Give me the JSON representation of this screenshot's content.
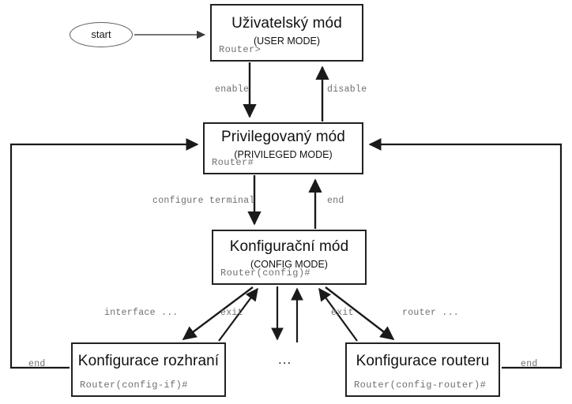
{
  "diagram": {
    "title": "Router CLI modes state diagram",
    "type": "state-diagram",
    "colors": {
      "background": "#ffffff",
      "node_border": "#222222",
      "edge": "#1a1a1a",
      "prompt_text": "#6f6f6f",
      "label_text": "#6f6f6f",
      "start_border": "#5b5b5b"
    }
  },
  "nodes": {
    "start": {
      "label": "start",
      "shape": "ellipse"
    },
    "user_mode": {
      "title": "Uživatelský mód",
      "subtitle": "(USER MODE)",
      "prompt": "Router>"
    },
    "privileged_mode": {
      "title": "Privilegovaný mód",
      "subtitle": "(PRIVILEGED MODE)",
      "prompt": "Router#"
    },
    "config_mode": {
      "title": "Konfigurační mód",
      "subtitle": "(CONFIG MODE)",
      "prompt": "Router(config)#"
    },
    "interface_config": {
      "title": "Konfigurace rozhraní",
      "subtitle": "",
      "prompt": "Router(config-if)#"
    },
    "router_config": {
      "title": "Konfigurace routeru",
      "subtitle": "",
      "prompt": "Router(config-router)#"
    },
    "other_modes": {
      "label": "..."
    }
  },
  "edges": [
    {
      "id": "start-to-user",
      "from": "start",
      "to": "user_mode",
      "label": ""
    },
    {
      "id": "user-to-priv",
      "from": "user_mode",
      "to": "privileged_mode",
      "label": "enable"
    },
    {
      "id": "priv-to-user",
      "from": "privileged_mode",
      "to": "user_mode",
      "label": "disable"
    },
    {
      "id": "priv-to-config",
      "from": "privileged_mode",
      "to": "config_mode",
      "label": "configure terminal"
    },
    {
      "id": "config-to-priv",
      "from": "config_mode",
      "to": "privileged_mode",
      "label": "end"
    },
    {
      "id": "config-to-interface",
      "from": "config_mode",
      "to": "interface_config",
      "label": "interface ..."
    },
    {
      "id": "interface-to-config",
      "from": "interface_config",
      "to": "config_mode",
      "label": "exit"
    },
    {
      "id": "config-to-router",
      "from": "config_mode",
      "to": "router_config",
      "label": "router ..."
    },
    {
      "id": "router-to-config",
      "from": "router_config",
      "to": "config_mode",
      "label": "exit"
    },
    {
      "id": "config-to-other",
      "from": "config_mode",
      "to": "other_modes",
      "label": ""
    },
    {
      "id": "other-to-config",
      "from": "other_modes",
      "to": "config_mode",
      "label": ""
    },
    {
      "id": "interface-to-priv",
      "from": "interface_config",
      "to": "privileged_mode",
      "label": "end"
    },
    {
      "id": "router-to-priv",
      "from": "router_config",
      "to": "privileged_mode",
      "label": "end"
    }
  ],
  "edge_labels": {
    "enable": "enable",
    "disable": "disable",
    "configure_terminal": "configure terminal",
    "end_from_config": "end",
    "interface_dots": "interface ...",
    "exit_left": "exit",
    "exit_right": "exit",
    "router_dots": "router ...",
    "end_left": "end",
    "end_right": "end"
  }
}
